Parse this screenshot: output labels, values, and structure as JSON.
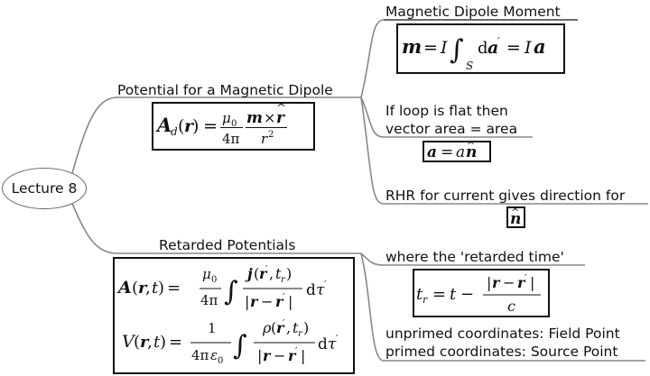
{
  "center": {
    "label": "Lecture 8"
  },
  "nodes": {
    "potential": {
      "title": "Potential for a Magnetic Dipole",
      "equation_label": "A_d(r) = μ0/4π · m × r̂ / r²"
    },
    "moment": {
      "title": "Magnetic Dipole Moment",
      "equation_label": "m = I ∫_S da' = I a"
    },
    "flat_loop": {
      "line1": "If loop is flat then",
      "line2": "vector area = area",
      "equation_label": "a = a n̂"
    },
    "rhr": {
      "title": "RHR for current gives direction for",
      "equation_label": "n̂"
    },
    "retarded": {
      "title": "Retarded Potentials",
      "equation_A_label": "A(r,t) = μ0/4π ∫ j(r',t_r)/|r − r'| dτ'",
      "equation_V_label": "V(r,t) = 1/4πε0 ∫ ρ(r',t_r)/|r − r'| dτ'"
    },
    "retarded_time": {
      "title": "where the 'retarded time'",
      "equation_label": "t_r = t − |r − r'|/c"
    },
    "coordinates": {
      "line1": "unprimed coordinates: Field Point",
      "line2": "primed coordinates: Source Point"
    }
  },
  "colors": {
    "connector": "#888888",
    "text": "#111111",
    "box_border": "#111111"
  }
}
